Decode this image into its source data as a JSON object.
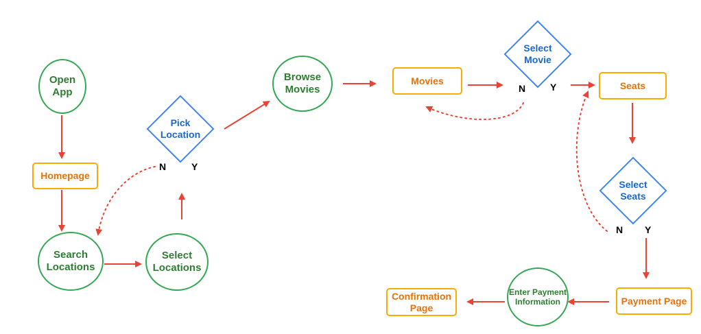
{
  "nodes": {
    "open_app": "Open App",
    "homepage": "Homepage",
    "search_locations": "Search Locations",
    "select_locations": "Select Locations",
    "pick_location": "Pick Location",
    "browse_movies": "Browse Movies",
    "movies": "Movies",
    "select_movie": "Select Movie",
    "seats": "Seats",
    "select_seats": "Select Seats",
    "payment_page": "Payment Page",
    "enter_payment": "Enter Payment Information",
    "confirmation_page": "Confirmation Page"
  },
  "decisions": {
    "no": "N",
    "yes": "Y"
  },
  "colors": {
    "circle_border": "#34a853",
    "circle_text": "#2e7d32",
    "rect_border": "#f9ab00",
    "rect_text": "#e8710a",
    "diamond_border": "#4285f4",
    "diamond_text": "#1967d2",
    "arrow": "#ea4335"
  }
}
